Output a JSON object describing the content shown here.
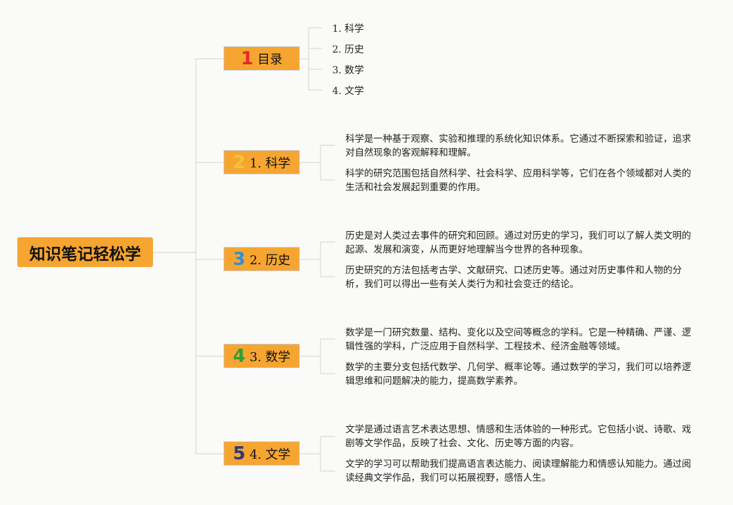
{
  "root": {
    "title": "知识笔记轻松学"
  },
  "branches": [
    {
      "num": "1",
      "label": "目录",
      "num_color": "#e8262b"
    },
    {
      "num": "2",
      "label": "1. 科学",
      "num_color": "#f5c33a"
    },
    {
      "num": "3",
      "label": "2. 历史",
      "num_color": "#2f8fd3"
    },
    {
      "num": "4",
      "label": "3. 数学",
      "num_color": "#2e9e3a"
    },
    {
      "num": "5",
      "label": "4. 文学",
      "num_color": "#2a3a7a"
    }
  ],
  "toc": [
    "1. 科学",
    "2. 历史",
    "3. 数学",
    "4. 文学"
  ],
  "sections": [
    {
      "p1": "科学是一种基于观察、实验和推理的系统化知识体系。它通过不断探索和验证，追求对自然现象的客观解释和理解。",
      "p2": "科学的研究范围包括自然科学、社会科学、应用科学等，它们在各个领域都对人类的生活和社会发展起到重要的作用。"
    },
    {
      "p1": "历史是对人类过去事件的研究和回顾。通过对历史的学习，我们可以了解人类文明的起源、发展和演变，从而更好地理解当今世界的各种现象。",
      "p2": "历史研究的方法包括考古学、文献研究、口述历史等。通过对历史事件和人物的分析，我们可以得出一些有关人类行为和社会变迁的结论。"
    },
    {
      "p1": "数学是一门研究数量、结构、变化以及空间等概念的学科。它是一种精确、严谨、逻辑性强的学科，广泛应用于自然科学、工程技术、经济金融等领域。",
      "p2": "数学的主要分支包括代数学、几何学、概率论等。通过数学的学习，我们可以培养逻辑思维和问题解决的能力，提高数学素养。"
    },
    {
      "p1": "文学是通过语言艺术表达思想、情感和生活体验的一种形式。它包括小说、诗歌、戏剧等文学作品，反映了社会、文化、历史等方面的内容。",
      "p2": "文学的学习可以帮助我们提高语言表达能力、阅读理解能力和情感认知能力。通过阅读经典文学作品，我们可以拓展视野，感悟人生。"
    }
  ],
  "colors": {
    "node_fill": "#f6a531",
    "connector": "#d9d9d9",
    "background": "#fafaf8"
  }
}
